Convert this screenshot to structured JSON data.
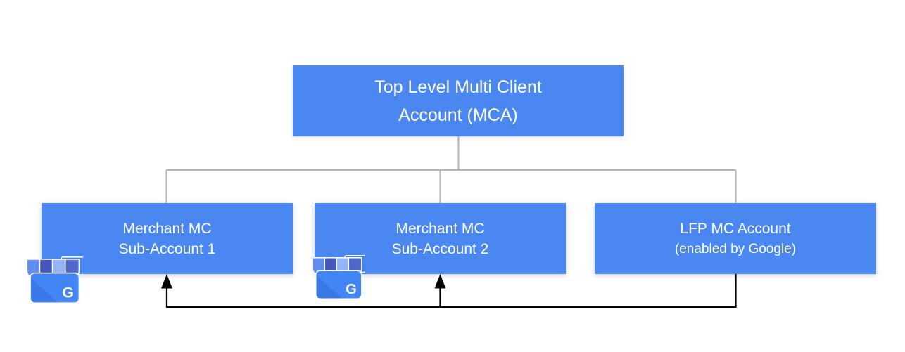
{
  "nodes": {
    "mca": {
      "line1": "Top Level Multi Client",
      "line2": "Account (MCA)"
    },
    "merchant1": {
      "line1": "Merchant MC",
      "line2": "Sub-Account 1"
    },
    "merchant2": {
      "line1": "Merchant MC",
      "line2": "Sub-Account 2"
    },
    "lfp": {
      "line1": "LFP MC Account",
      "line2": "(enabled by Google)"
    }
  },
  "icons": {
    "business_icon_name": "google-business-storefront-icon",
    "business_icon_letter": "G"
  },
  "colors": {
    "canvas_bg": "#ffffff",
    "node_fill": "#4b87f0",
    "node_text": "#ffffff",
    "connector": "#b5b5b5",
    "arrow": "#000000",
    "icon_body": "#4285f4",
    "icon_awning_medium": "#5f8df2",
    "icon_awning_dark": "#4656ba",
    "icon_awning_light": "#93b6f9",
    "icon_awning_shade": "#5069c9"
  }
}
